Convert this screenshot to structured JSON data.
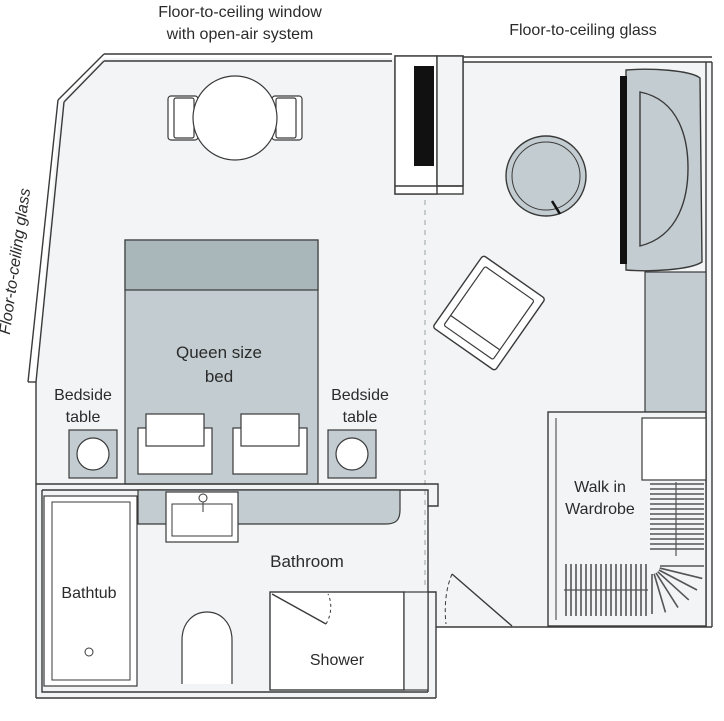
{
  "labels": {
    "window_top_line1": "Floor-to-ceiling window",
    "window_top_line2": "with open-air system",
    "glass_top_right": "Floor-to-ceiling glass",
    "glass_left": "Floor-to-ceiling glass",
    "bed_line1": "Queen size",
    "bed_line2": "bed",
    "bedside_left_line1": "Bedside",
    "bedside_left_line2": "table",
    "bedside_right_line1": "Bedside",
    "bedside_right_line2": "table",
    "wardrobe_line1": "Walk in",
    "wardrobe_line2": "Wardrobe",
    "bathroom": "Bathroom",
    "bathtub": "Bathtub",
    "shower": "Shower"
  },
  "colors": {
    "floor": "#f2f4f5",
    "wall": "#3a3a3a",
    "furniture": "#c3ccd0",
    "furniture_dark": "#8fa1a7",
    "headboard": "#a9b7bb",
    "accent_black": "#111111"
  }
}
